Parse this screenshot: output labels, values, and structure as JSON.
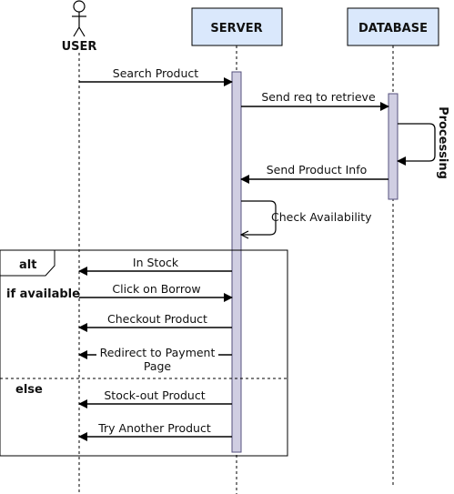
{
  "participants": {
    "user": "USER",
    "server": "SERVER",
    "database": "DATABASE"
  },
  "messages": {
    "search_product": "Search Product",
    "send_req": "Send req to retrieve",
    "processing": "Processing",
    "send_product_info": "Send Product Info",
    "check_availability": "Check Availability",
    "in_stock": "In Stock",
    "click_on_borrow": "Click on Borrow",
    "checkout_product": "Checkout Product",
    "redirect_line1": "Redirect to Payment",
    "redirect_line2": "Page",
    "stock_out_product": "Stock-out Product",
    "try_another_product": "Try Another Product"
  },
  "fragment": {
    "operator": "alt",
    "guard_if": "if available",
    "guard_else": "else"
  },
  "colors": {
    "participant_fill": "#dae8fc",
    "participant_stroke": "#000000",
    "activation_fill": "#d0cee2",
    "activation_stroke": "#56517e"
  }
}
